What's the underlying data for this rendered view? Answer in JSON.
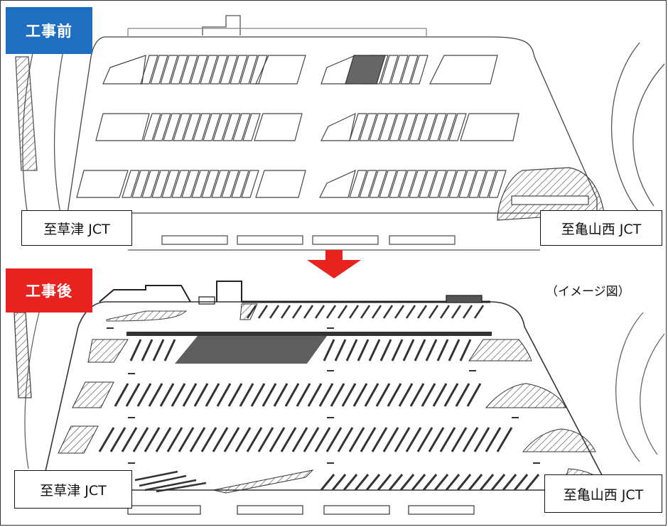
{
  "labels": {
    "before": "工事前",
    "after": "工事後",
    "image_note": "（イメージ図）"
  },
  "destinations": {
    "before_left": "至草津 JCT",
    "before_right": "至亀山西 JCT",
    "after_left": "至草津 JCT",
    "after_right": "至亀山西 JCT"
  },
  "colors": {
    "before_tag": "#1f6fc1",
    "after_tag": "#e8231f",
    "arrow": "#e8231f",
    "line": "#333333",
    "dark_fill": "#555555"
  },
  "icons": {
    "transition_arrow": "arrow-down-icon"
  }
}
